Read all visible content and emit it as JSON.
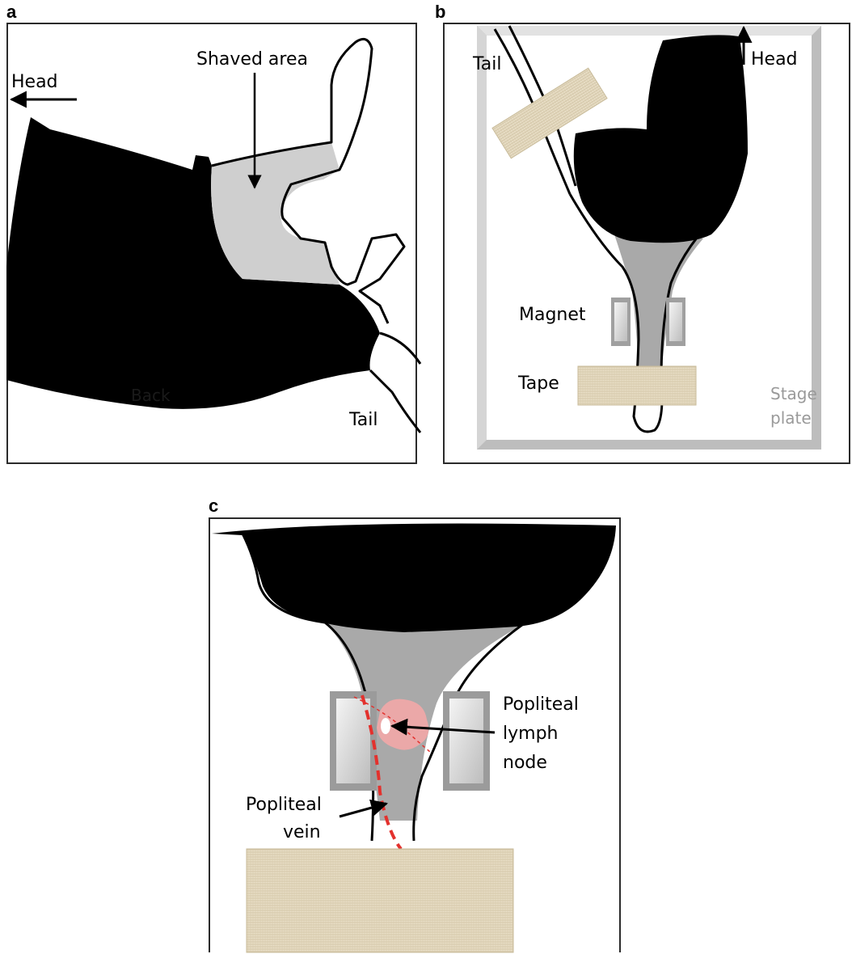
{
  "panels": {
    "a": {
      "letter": "a",
      "labels": {
        "head": "Head",
        "shaved_area": "Shaved area",
        "back": "Back",
        "tail": "Tail"
      }
    },
    "b": {
      "letter": "b",
      "labels": {
        "tail": "Tail",
        "head": "Head",
        "magnet": "Magnet",
        "tape": "Tape",
        "stage_line1": "Stage",
        "stage_line2": "plate"
      }
    },
    "c": {
      "letter": "c",
      "labels": {
        "node_line1": "Popliteal",
        "node_line2": "lymph",
        "node_line3": "node",
        "vein_line1": "Popliteal",
        "vein_line2": "vein"
      }
    }
  },
  "colors": {
    "fur": "#000000",
    "shaved_skin": "#cfcfcf",
    "leg_skin": "#a9a9a9",
    "tape": "#e6dcc4",
    "magnet": "#d6d6d6",
    "stage_plate": "#c9c9c9",
    "vein": "#e3312d",
    "lymph_node": "#f2a7a7"
  }
}
